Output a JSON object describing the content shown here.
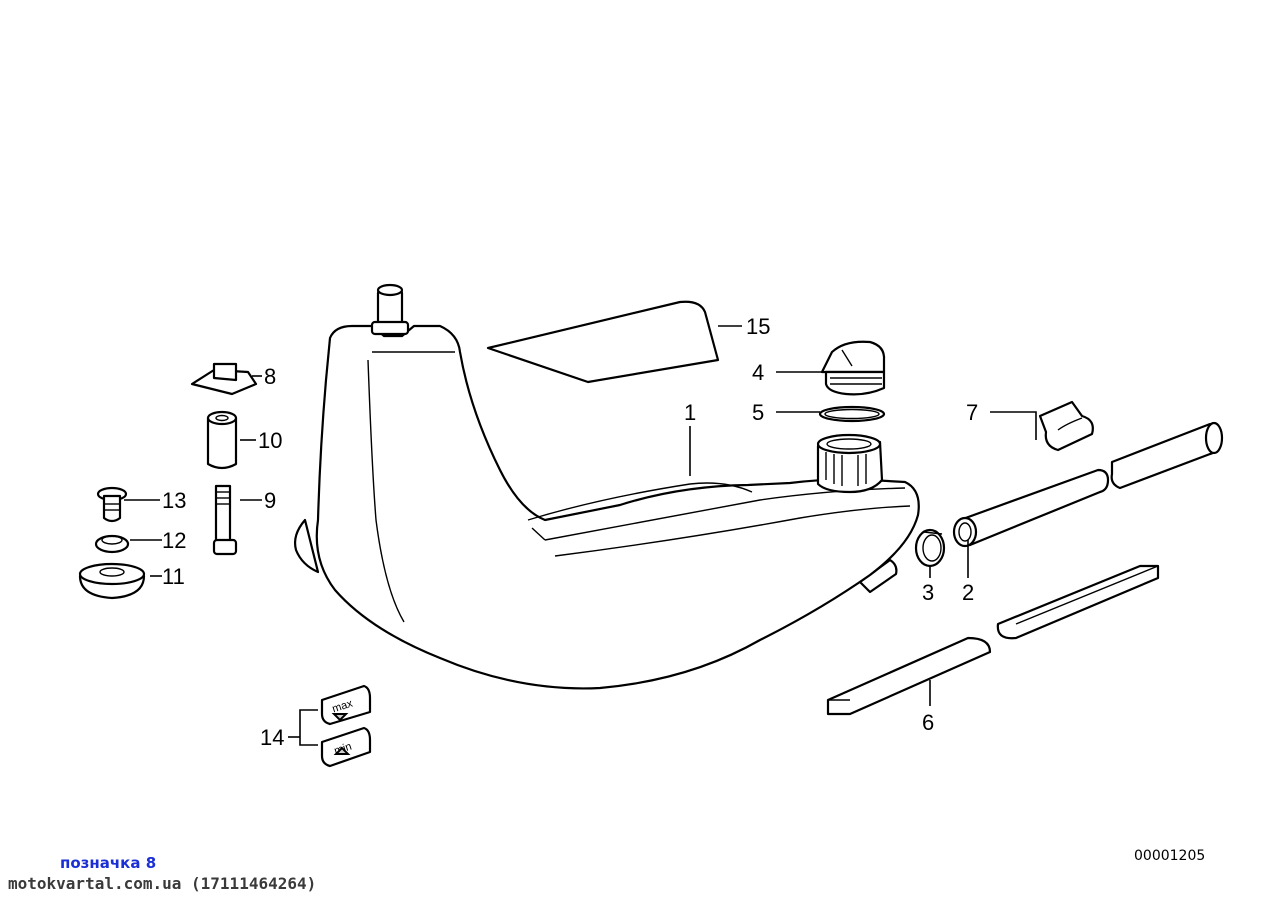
{
  "callouts": {
    "p1": "1",
    "p2": "2",
    "p3": "3",
    "p4": "4",
    "p5": "5",
    "p6": "6",
    "p7": "7",
    "p8": "8",
    "p9": "9",
    "p10": "10",
    "p11": "11",
    "p12": "12",
    "p13": "13",
    "p14": "14",
    "p15": "15"
  },
  "labels": {
    "max": "max",
    "min": "min"
  },
  "drawing_number": "00001205",
  "caption": "позначка 8",
  "source": "motokvartal.com.ua (17111464264)",
  "colors": {
    "caption": "#1a2fd6",
    "line": "#000000"
  }
}
